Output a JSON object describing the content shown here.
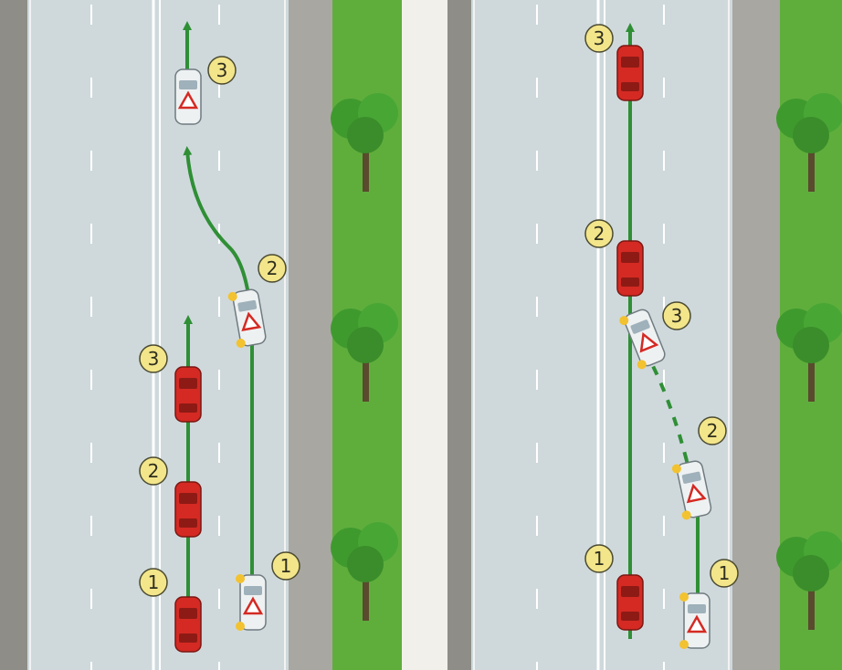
{
  "colors": {
    "road": "#cfd9dc",
    "shoulder": "#8f8d88",
    "curb": "#a9a7a2",
    "grass": "#5fae3c",
    "path": "#2f8f35",
    "red_car": "#d42a23",
    "white_car": "#eef1f2",
    "badge": "#f3e58a",
    "badge_stroke": "#4a4a30",
    "separator": "#f2f0ea"
  },
  "scenes": [
    {
      "id": "left",
      "vehicles": [
        {
          "kind": "red-car",
          "step": "1"
        },
        {
          "kind": "red-car",
          "step": "2"
        },
        {
          "kind": "red-car",
          "step": "3"
        },
        {
          "kind": "student-car",
          "step": "1"
        },
        {
          "kind": "student-car",
          "step": "2"
        },
        {
          "kind": "student-car",
          "step": "3"
        }
      ]
    },
    {
      "id": "right",
      "vehicles": [
        {
          "kind": "red-car",
          "step": "1"
        },
        {
          "kind": "red-car",
          "step": "2"
        },
        {
          "kind": "red-car",
          "step": "3"
        },
        {
          "kind": "student-car",
          "step": "1"
        },
        {
          "kind": "student-car",
          "step": "2"
        },
        {
          "kind": "student-car",
          "step": "3"
        }
      ]
    }
  ]
}
